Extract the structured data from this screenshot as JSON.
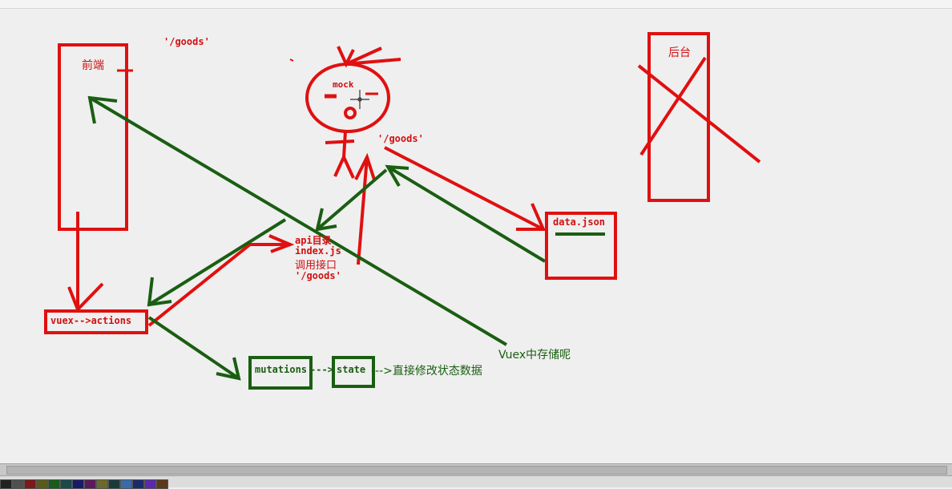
{
  "title_bar_text": "",
  "labels": {
    "frontend": "前端",
    "backend": "后台",
    "goods_top": "'/goods'",
    "mock": "mock",
    "goods_mid": "'/goods'",
    "data_json": "data.json",
    "api_line1": "api目录",
    "api_line2": "index.js",
    "api_line3": "调用接口",
    "api_line4": "'/goods'",
    "vuex_actions": "vuex-->actions",
    "mutations": "mutations",
    "arrow_between": "--->",
    "state": "state",
    "state_note": "--->直接修改状态数据",
    "vuex_store": "Vuex中存储呢"
  },
  "colors": {
    "red": "#e01010",
    "green": "#1a5e12",
    "background": "#efefef"
  },
  "palette_colors": [
    "#222222",
    "#505050",
    "#7a1a1a",
    "#5a5a1a",
    "#1a5a1a",
    "#1a4a4a",
    "#1a1a6a",
    "#5a1a5a",
    "#6a6a2a",
    "#1a3a3a",
    "#3a6aaa",
    "#1a2a6a",
    "#5a2aaa",
    "#5a3a1a"
  ]
}
